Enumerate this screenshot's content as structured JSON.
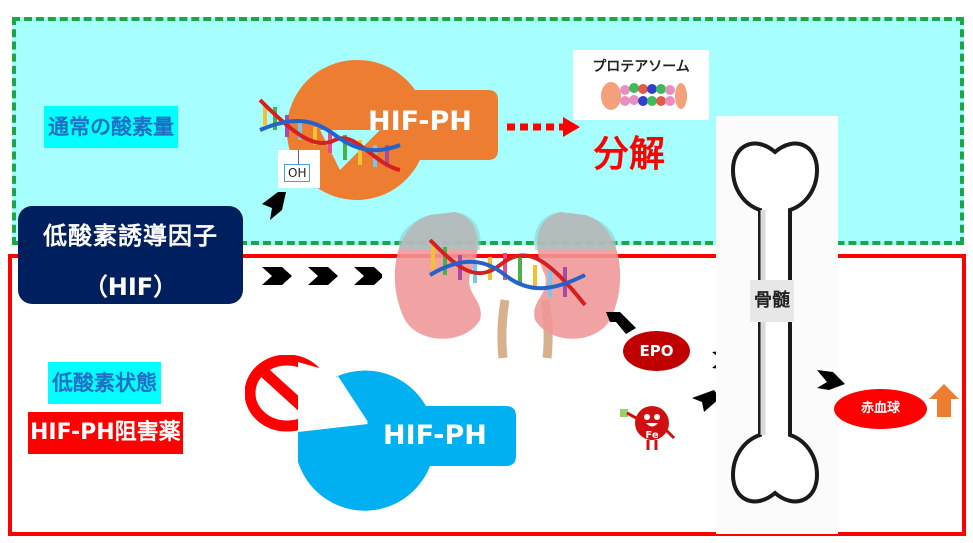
{
  "diagram": {
    "title": "HIF-PH inhibitor mechanism",
    "zones": {
      "normal_oxygen": {
        "label": "通常の酸素量",
        "border_color": "#1ba64a",
        "fill_color": "#a6fefe"
      },
      "hypoxia": {
        "label": "低酸素状態",
        "drug_label": "HIF-PH阻害薬",
        "border_color": "#ff0000"
      }
    },
    "hif_box": {
      "line1": "低酸素誘導因子",
      "line2": "（HIF）",
      "color": "#001f5e"
    },
    "enzyme_normal": {
      "label": "HIF-PH",
      "color": "#ed7d31"
    },
    "enzyme_inhibited": {
      "label": "HIF-PH",
      "color": "#00b0f0"
    },
    "hydroxyl_tag": "OH",
    "proteasome": {
      "label": "プロテアソーム"
    },
    "degradation_label": "分解",
    "epo_label": "EPO",
    "iron_label": "Fe",
    "bone_marrow_label": "骨髄",
    "red_blood_cell_label": "赤血球",
    "increase_arrow_color": "#ed7d31",
    "icons": {
      "prohibition": "no-entry-sign",
      "kidney": "kidneys-illustration",
      "dna": "dna-helix",
      "bone": "bone-illustration",
      "chevron": "black-chevron-arrow",
      "up_arrow": "orange-up-arrow"
    }
  }
}
